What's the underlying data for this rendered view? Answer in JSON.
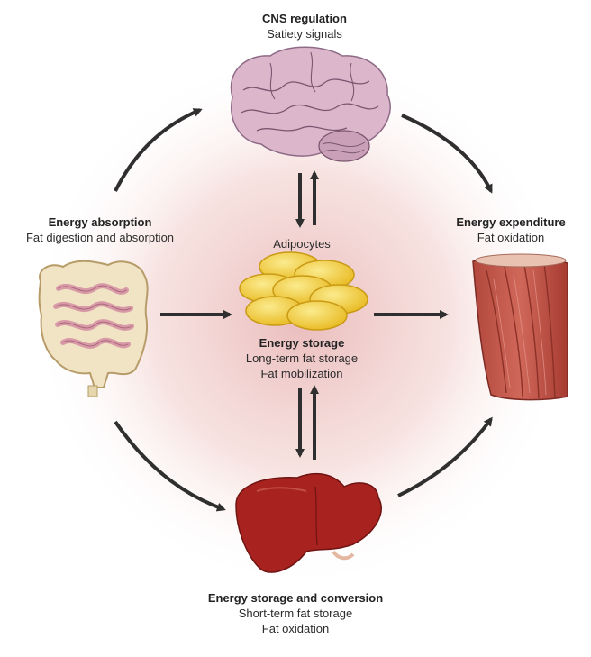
{
  "nodes": {
    "cns": {
      "title": "CNS regulation",
      "lines": [
        "Satiety signals"
      ]
    },
    "absorption": {
      "title": "Energy absorption",
      "lines": [
        "Fat digestion and absorption"
      ]
    },
    "expenditure": {
      "title": "Energy expenditure",
      "lines": [
        "Fat oxidation"
      ]
    },
    "storage": {
      "title": "Energy storage",
      "lines": [
        "Long-term fat storage",
        "Fat mobilization"
      ]
    },
    "adipocytes": {
      "label": "Adipocytes"
    },
    "liver": {
      "title": "Energy storage and conversion",
      "lines": [
        "Short-term fat storage",
        "Fat oxidation"
      ]
    }
  },
  "colors": {
    "arrow": "#2f2f2f",
    "glow": "#e9b9b9",
    "fat": "#f4d44a",
    "liver": "#a8221f",
    "muscle": "#c4584a",
    "brain": "#d9b4c8"
  }
}
